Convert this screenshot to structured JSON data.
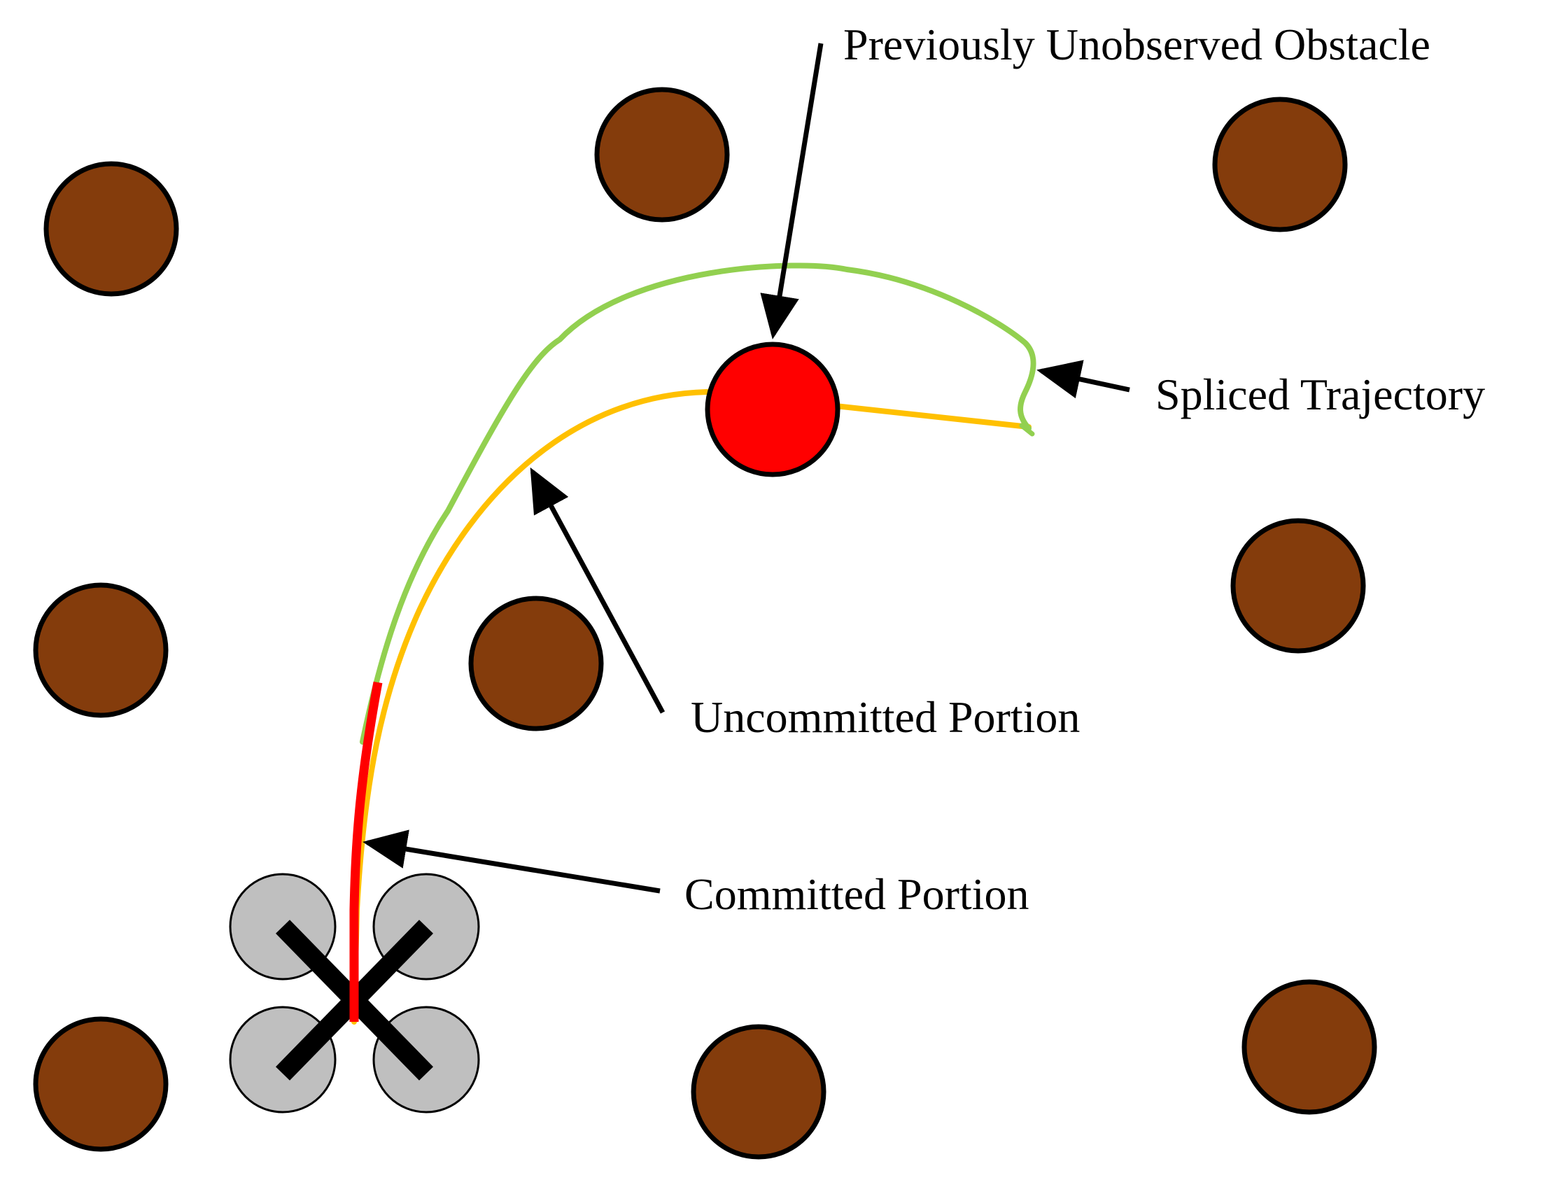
{
  "labels": {
    "obstacle": "Previously Unobserved Obstacle",
    "spliced": "Spliced Trajectory",
    "uncommitted": "Uncommitted Portion",
    "committed": "Committed Portion"
  },
  "colors": {
    "known_obstacle_fill": "#843C0C",
    "new_obstacle_fill": "#FF0000",
    "outline": "#000000",
    "spliced_trajectory": "#92D050",
    "original_trajectory": "#FFC000",
    "committed_portion": "#FF0000",
    "rotor_fill": "#BFBFBF"
  },
  "icons": {
    "vehicle": "quadrotor-icon"
  }
}
